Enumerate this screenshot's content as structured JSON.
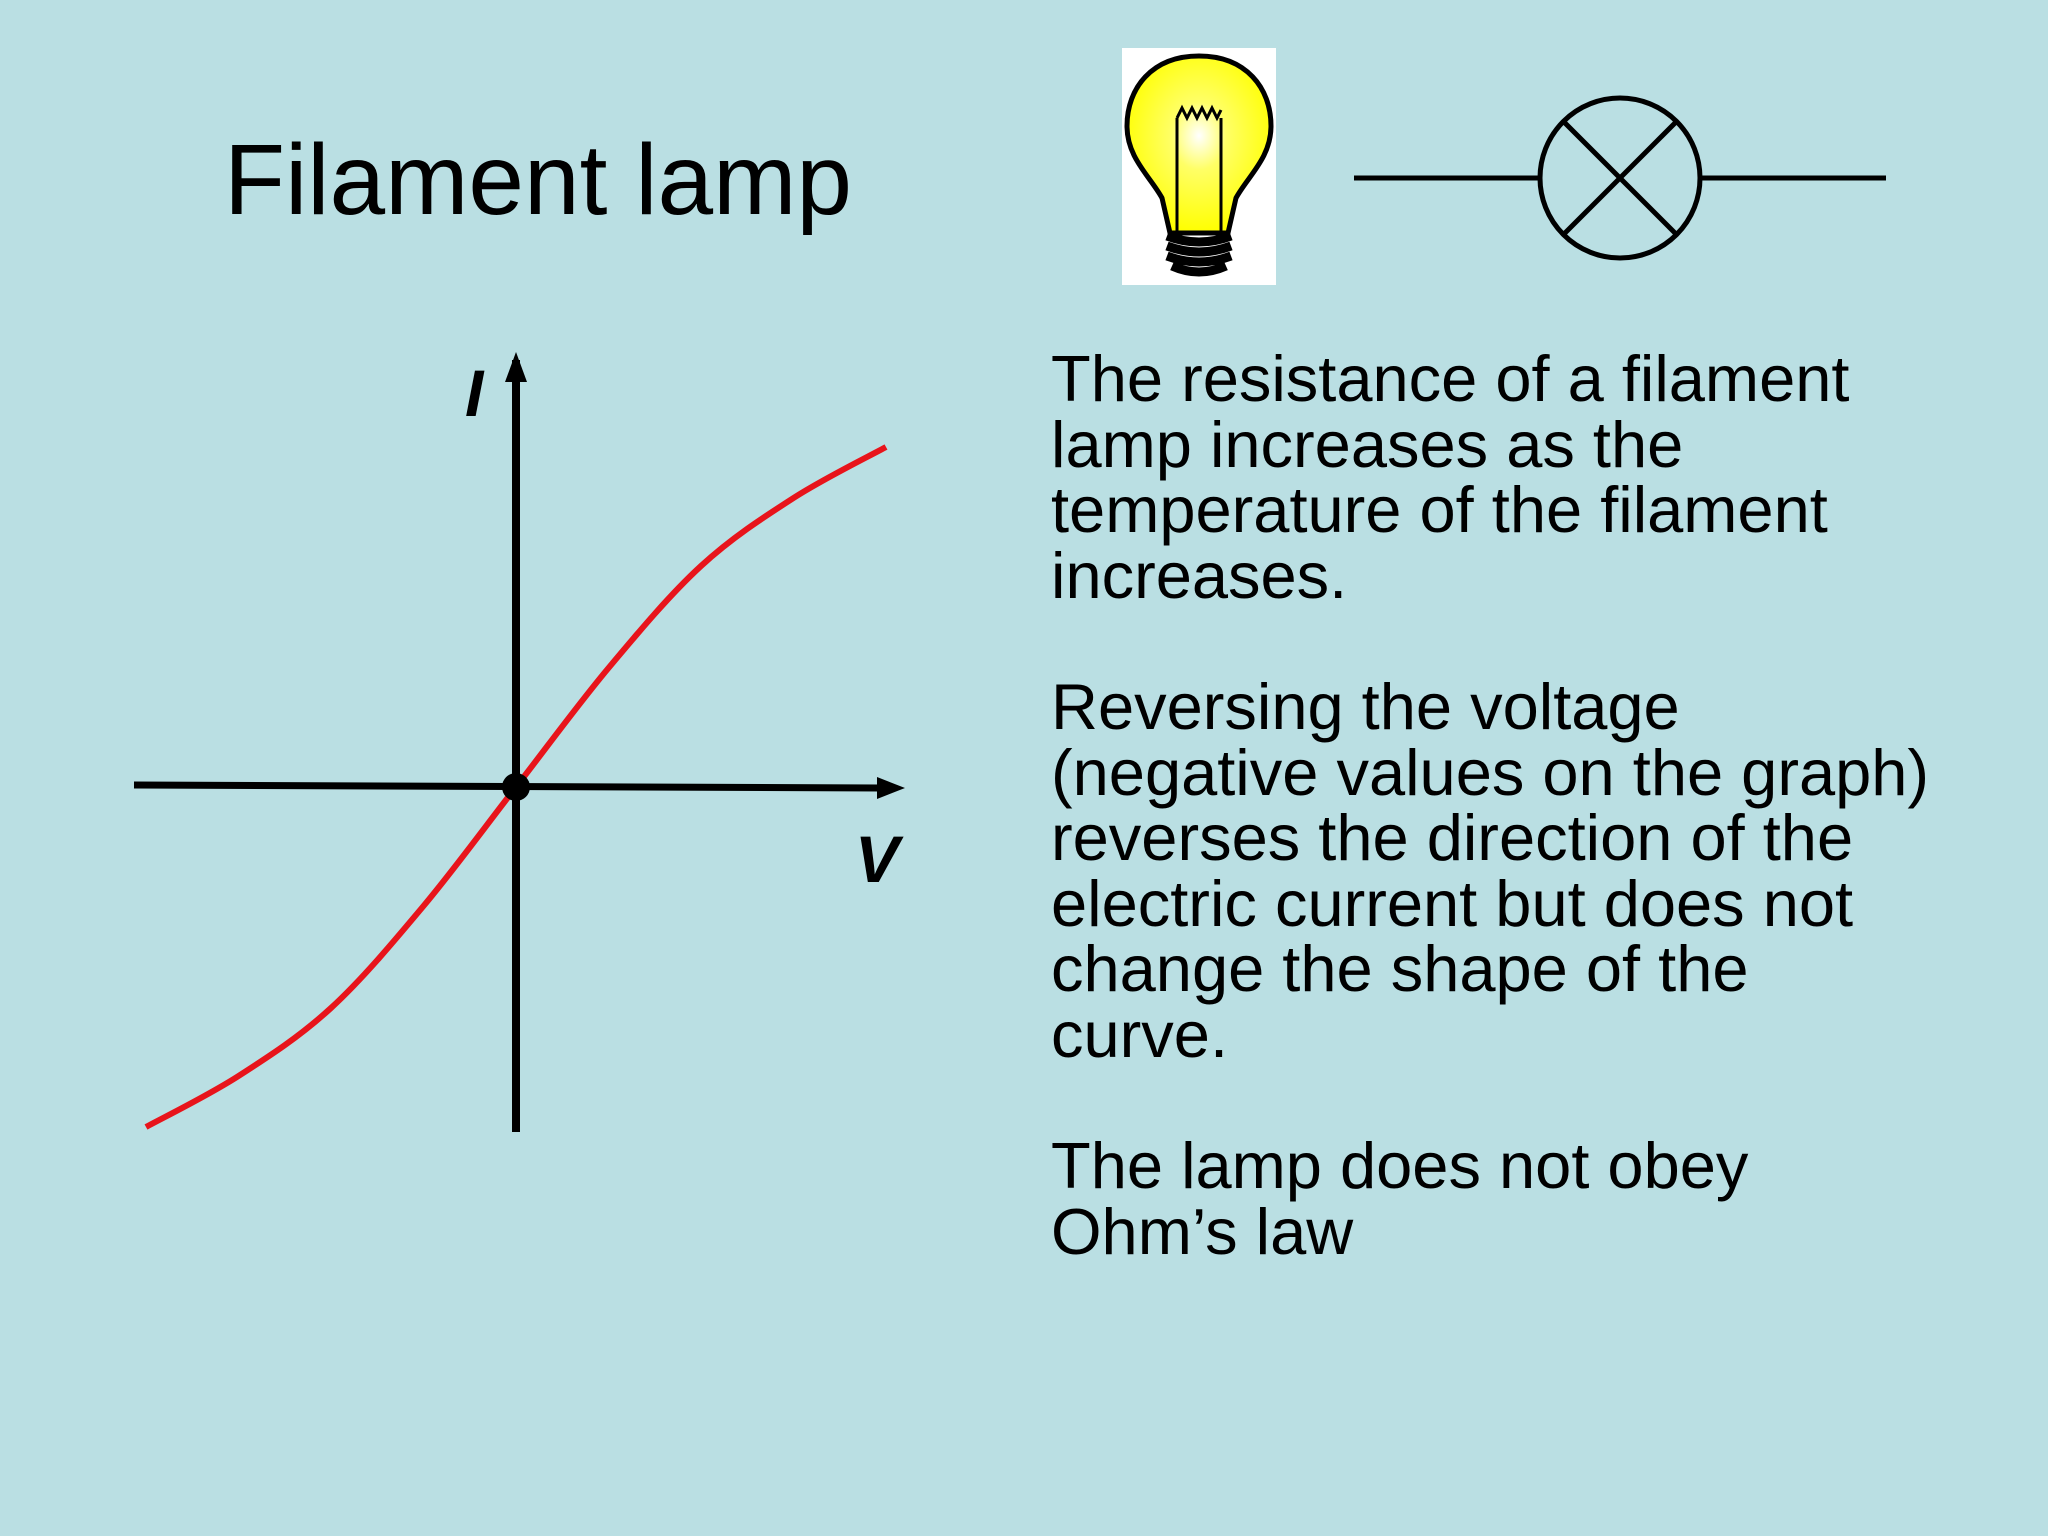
{
  "slide": {
    "title": "Filament lamp",
    "paragraphs": [
      "The resistance of a filament\nlamp increases as the\ntemperature of the filament\nincreases.",
      "Reversing the voltage\n(negative values on the graph)\nreverses the direction of the\nelectric current but does not\nchange the shape of the\ncurve.",
      "The lamp does not obey\nOhm’s law"
    ]
  },
  "images": {
    "bulb": "light-bulb-icon",
    "symbol": "lamp-circuit-symbol"
  },
  "chart_data": {
    "type": "line",
    "title": "",
    "xlabel": "V",
    "ylabel": "I",
    "series": [
      {
        "x": [
          -1.0,
          -0.75,
          -0.5,
          -0.25,
          0,
          0.25,
          0.5,
          0.75,
          1.0
        ],
        "y": [
          -1.0,
          -0.85,
          -0.65,
          -0.35,
          0,
          0.35,
          0.65,
          0.85,
          1.0
        ]
      }
    ],
    "colors": {
      "curve": "#e8141b",
      "axes": "#000000"
    },
    "grid": false,
    "legend": "none"
  }
}
